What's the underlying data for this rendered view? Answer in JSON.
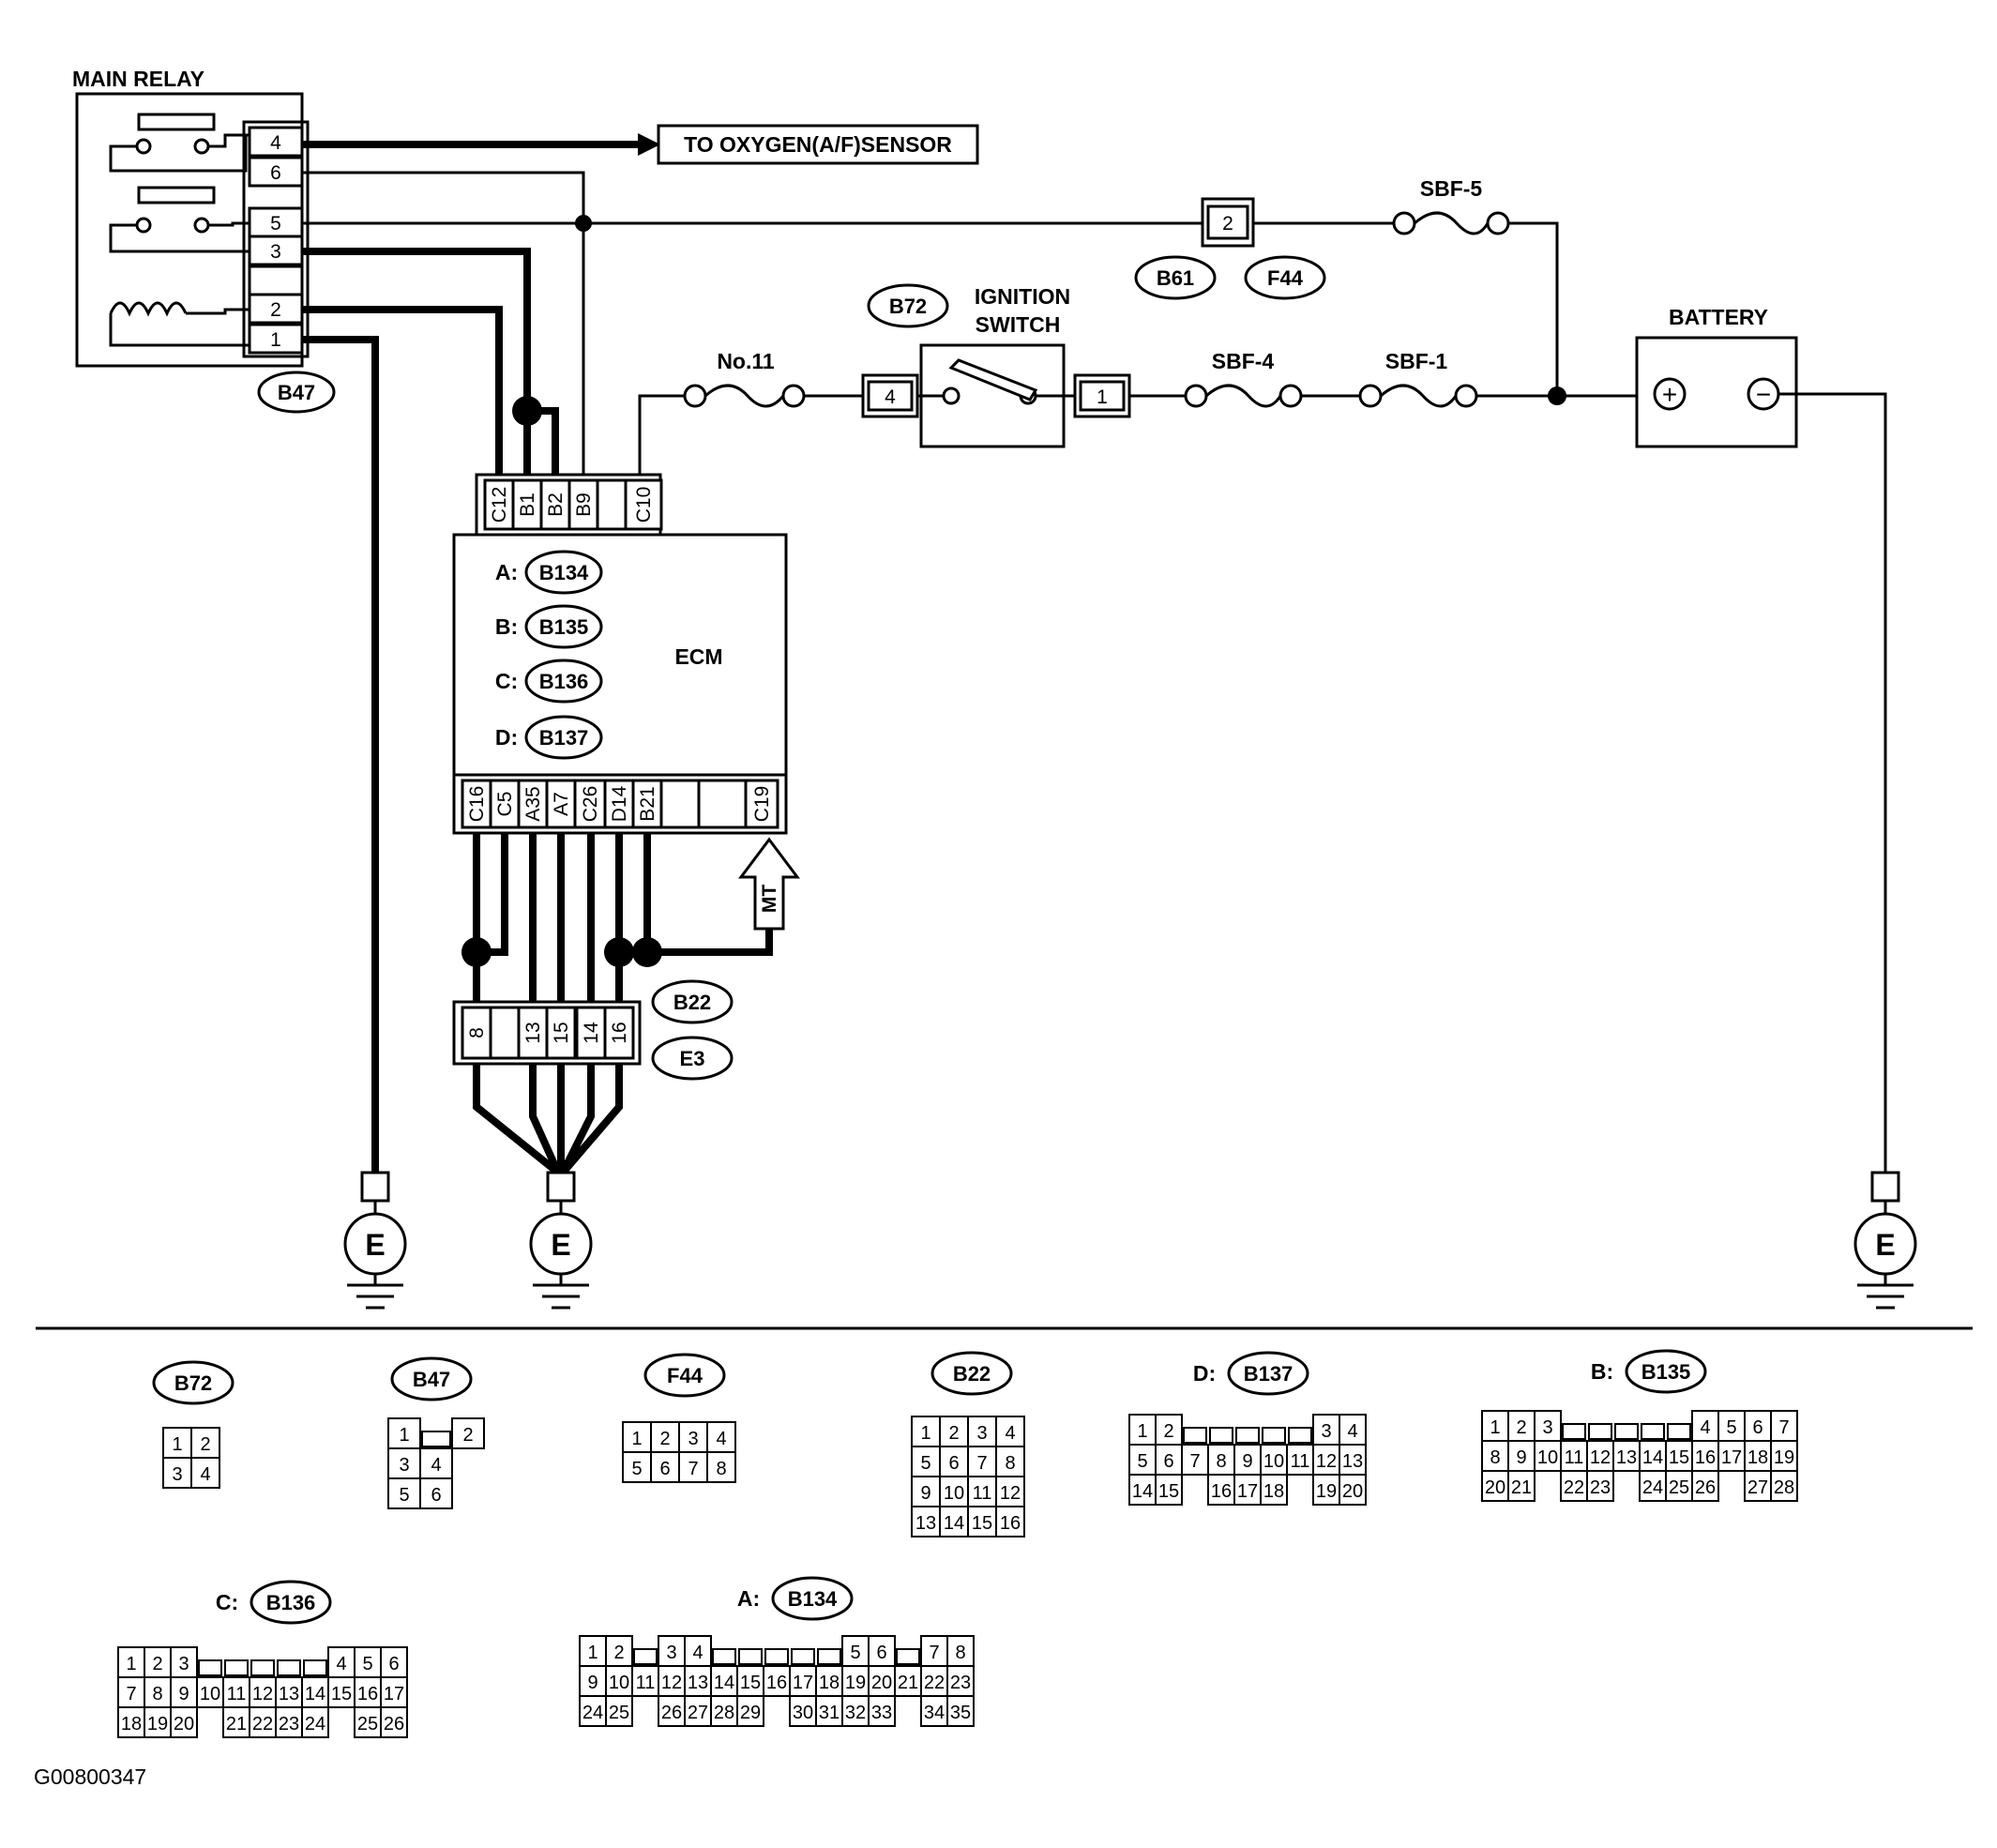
{
  "figure_id": "G00800347",
  "main_relay": {
    "title": "MAIN RELAY",
    "pins": [
      "4",
      "6",
      "5",
      "3",
      "",
      "2",
      "1"
    ],
    "connector": "B47"
  },
  "oxygen_sensor_label": "TO OXYGEN(A/F)SENSOR",
  "ignition_switch": {
    "title_line1": "IGNITION",
    "title_line2": "SWITCH",
    "connector": "B72",
    "pin_in": "4",
    "pin_out": "1"
  },
  "fuses": {
    "no11": "No.11",
    "sbf4": "SBF-4",
    "sbf1": "SBF-1",
    "sbf5": "SBF-5"
  },
  "b61_pin": "2",
  "b61": "B61",
  "f44": "F44",
  "battery": {
    "title": "BATTERY",
    "plus": "+",
    "minus": "−"
  },
  "ecm": {
    "title": "ECM",
    "top_pins": [
      "C12",
      "B1",
      "B2",
      "B9",
      "",
      "C10"
    ],
    "bottom_pins": [
      "C16",
      "C5",
      "A35",
      "A7",
      "C26",
      "D14",
      "B21",
      "",
      "",
      "C19"
    ],
    "connectors": [
      {
        "prefix": "A:",
        "code": "B134"
      },
      {
        "prefix": "B:",
        "code": "B135"
      },
      {
        "prefix": "C:",
        "code": "B136"
      },
      {
        "prefix": "D:",
        "code": "B137"
      }
    ],
    "mt": "MT"
  },
  "joint_connector": {
    "pins": [
      "8",
      "",
      "13",
      "15",
      "14",
      "16"
    ],
    "codes": [
      "B22",
      "E3"
    ]
  },
  "ground": "E",
  "views": {
    "b72": {
      "label": "B72",
      "rows": [
        [
          "1",
          "2"
        ],
        [
          "3",
          "4"
        ]
      ]
    },
    "b47": {
      "label": "B47",
      "rows": [
        [
          "1",
          "",
          "2"
        ],
        [
          "3",
          "4"
        ],
        [
          "5",
          "6"
        ]
      ]
    },
    "f44": {
      "label": "F44",
      "rows": [
        [
          "1",
          "2",
          "3",
          "4"
        ],
        [
          "5",
          "6",
          "7",
          "8"
        ]
      ]
    },
    "b22": {
      "label": "B22",
      "rows": [
        [
          "1",
          "2",
          "3",
          "4"
        ],
        [
          "5",
          "6",
          "7",
          "8"
        ],
        [
          "9",
          "10",
          "11",
          "12"
        ],
        [
          "13",
          "14",
          "15",
          "16"
        ]
      ]
    },
    "d": {
      "prefix": "D:",
      "label": "B137",
      "rows": [
        [
          "1",
          "2",
          "",
          "",
          "",
          "",
          "",
          "3",
          "4"
        ],
        [
          "5",
          "6",
          "7",
          "8",
          "9",
          "10",
          "11",
          "12",
          "13"
        ],
        [
          "14",
          "15",
          "",
          "16",
          "17",
          "18",
          "",
          "19",
          "20"
        ]
      ]
    },
    "b": {
      "prefix": "B:",
      "label": "B135",
      "rows": [
        [
          "1",
          "2",
          "3",
          "",
          "",
          "",
          "",
          "",
          "4",
          "5",
          "6",
          "7"
        ],
        [
          "8",
          "9",
          "10",
          "11",
          "12",
          "13",
          "14",
          "15",
          "16",
          "17",
          "18",
          "19"
        ],
        [
          "20",
          "21",
          "",
          "22",
          "23",
          "",
          "24",
          "25",
          "26",
          "",
          "27",
          "28"
        ]
      ]
    },
    "c": {
      "prefix": "C:",
      "label": "B136",
      "rows": [
        [
          "1",
          "2",
          "3",
          "",
          "",
          "",
          "",
          "",
          "4",
          "5",
          "6"
        ],
        [
          "7",
          "8",
          "9",
          "10",
          "11",
          "12",
          "13",
          "14",
          "15",
          "16",
          "17"
        ],
        [
          "18",
          "19",
          "20",
          "",
          "21",
          "22",
          "23",
          "24",
          "",
          "25",
          "26"
        ]
      ]
    },
    "a": {
      "prefix": "A:",
      "label": "B134",
      "rows": [
        [
          "1",
          "2",
          "",
          "3",
          "4",
          "",
          "",
          "",
          "",
          "",
          "5",
          "6",
          "",
          "7",
          "8"
        ],
        [
          "9",
          "10",
          "11",
          "12",
          "13",
          "14",
          "15",
          "16",
          "17",
          "18",
          "19",
          "20",
          "21",
          "22",
          "23"
        ],
        [
          "24",
          "25",
          "",
          "26",
          "27",
          "28",
          "29",
          "",
          "30",
          "31",
          "32",
          "33",
          "",
          "34",
          "35"
        ]
      ]
    }
  }
}
